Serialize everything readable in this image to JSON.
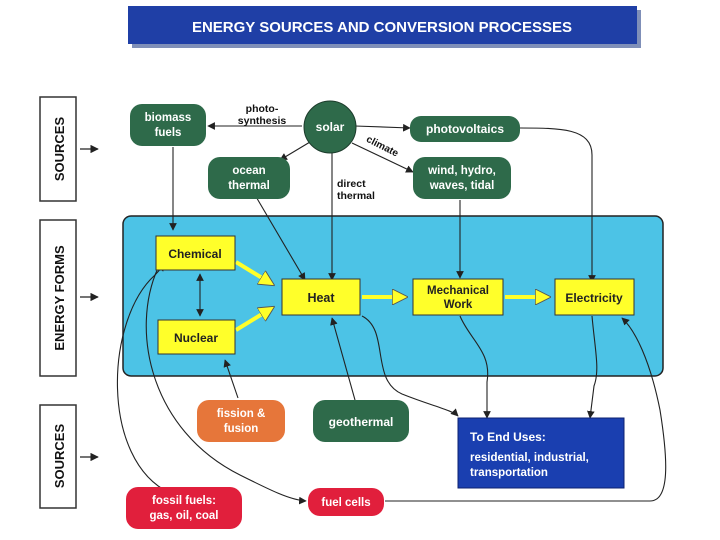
{
  "title": "ENERGY SOURCES AND CONVERSION PROCESSES",
  "side_labels": {
    "top": "SOURCES",
    "middle": "ENERGY FORMS",
    "bottom": "SOURCES"
  },
  "sources_top": {
    "biomass": [
      "biomass",
      "fuels"
    ],
    "solar": "solar",
    "photovoltaics": "photovoltaics",
    "ocean": [
      "ocean",
      "thermal"
    ],
    "wind": [
      "wind, hydro,",
      "waves, tidal"
    ]
  },
  "arrow_labels": {
    "photosynthesis": [
      "photo-",
      "synthesis"
    ],
    "climate": "climate",
    "direct_thermal": [
      "direct",
      "thermal"
    ]
  },
  "energy_forms": {
    "chemical": "Chemical",
    "nuclear": "Nuclear",
    "heat": "Heat",
    "mechanical": [
      "Mechanical",
      "Work"
    ],
    "electricity": "Electricity"
  },
  "sources_bottom": {
    "fission": [
      "fission &",
      "fusion"
    ],
    "geothermal": "geothermal",
    "fossil": [
      "fossil fuels:",
      "gas, oil, coal"
    ],
    "fuel_cells": "fuel cells"
  },
  "end_uses": {
    "title": "To End Uses:",
    "lines": [
      "residential, industrial,",
      "transportation"
    ]
  },
  "colors": {
    "title_bg": "#1f3fa6",
    "green": "#2e6a4a",
    "cyan": "#4cc3e6",
    "yellow": "#ffff2a",
    "red": "#e11f3c",
    "orange": "#e6763a",
    "end_blue": "#1a3fb0"
  }
}
